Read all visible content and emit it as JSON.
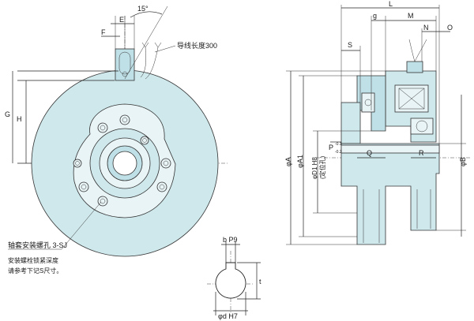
{
  "front_view": {
    "dim_15deg": "15°",
    "dim_E": "E",
    "dim_F": "F",
    "dim_G": "G",
    "dim_H": "H",
    "lead_wire_length": "导线长度300",
    "mounting_hole_note": "轴套安装螺孔 3-SJ",
    "depth_note_line1": "安装螺栓锁紧深度",
    "depth_note_line2": "请参考下记S尺寸。"
  },
  "section_view": {
    "dim_L": "L",
    "dim_g": "g",
    "dim_M": "M",
    "dim_N": "N",
    "dim_O": "O",
    "dim_S": "S",
    "dim_Q": "Q",
    "dim_R": "R",
    "dim_phiA": "φA",
    "dim_phiA1": "φA1",
    "dim_phiD1": "φD1 H8",
    "dim_phiD1_note": "(定位孔)",
    "dim_P": "P",
    "dim_P_tol": "-0.1",
    "dim_P_tol2": "-0.2",
    "dim_phiB": "φB"
  },
  "shaft_view": {
    "dim_b": "b P9",
    "dim_t": "t",
    "dim_phid": "φd H7"
  },
  "colors": {
    "body_fill": "#cfe8ec",
    "line": "#222222"
  }
}
